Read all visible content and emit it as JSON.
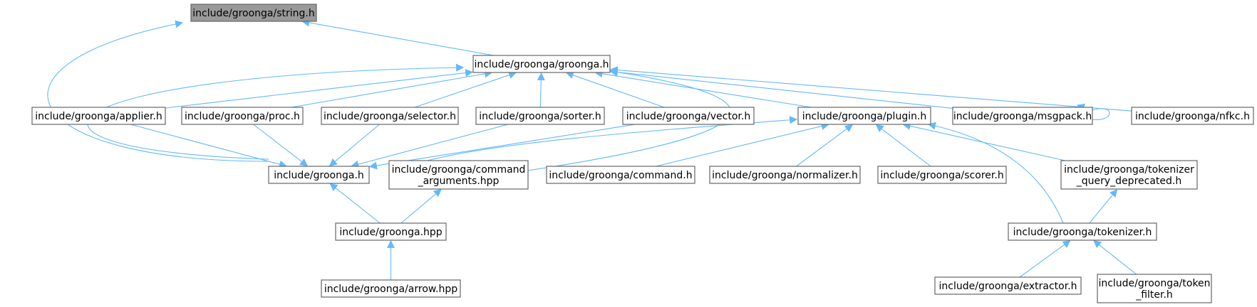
{
  "colors": {
    "edge": "#63b8ff",
    "node_border": "#666666",
    "node_fill": "#ffffff",
    "highlight_fill": "#999999"
  },
  "nodes": {
    "string_h": {
      "label": [
        "include/groonga/string.h"
      ],
      "highlight": true
    },
    "groonga_h": {
      "label": [
        "include/groonga/groonga.h"
      ]
    },
    "applier_h": {
      "label": [
        "include/groonga/applier.h"
      ]
    },
    "proc_h": {
      "label": [
        "include/groonga/proc.h"
      ]
    },
    "selector_h": {
      "label": [
        "include/groonga/selector.h"
      ]
    },
    "sorter_h": {
      "label": [
        "include/groonga/sorter.h"
      ]
    },
    "vector_h": {
      "label": [
        "include/groonga/vector.h"
      ]
    },
    "plugin_h": {
      "label": [
        "include/groonga/plugin.h"
      ]
    },
    "msgpack_h": {
      "label": [
        "include/groonga/msgpack.h"
      ]
    },
    "nfkc_h": {
      "label": [
        "include/groonga/nfkc.h"
      ]
    },
    "top_groonga_h": {
      "label": [
        "include/groonga.h"
      ]
    },
    "command_arguments_hpp": {
      "label": [
        "include/groonga/command",
        "_arguments.hpp"
      ]
    },
    "command_h": {
      "label": [
        "include/groonga/command.h"
      ]
    },
    "normalizer_h": {
      "label": [
        "include/groonga/normalizer.h"
      ]
    },
    "scorer_h": {
      "label": [
        "include/groonga/scorer.h"
      ]
    },
    "tokenizer_query_deprecated_h": {
      "label": [
        "include/groonga/tokenizer",
        "_query_deprecated.h"
      ]
    },
    "groonga_hpp": {
      "label": [
        "include/groonga.hpp"
      ]
    },
    "tokenizer_h": {
      "label": [
        "include/groonga/tokenizer.h"
      ]
    },
    "arrow_hpp": {
      "label": [
        "include/groonga/arrow.hpp"
      ]
    },
    "extractor_h": {
      "label": [
        "include/groonga/extractor.h"
      ]
    },
    "token_filter_h": {
      "label": [
        "include/groonga/token",
        "_filter.h"
      ]
    }
  },
  "edges": [
    {
      "from": "groonga_h",
      "to": "string_h"
    },
    {
      "from": "top_groonga_h",
      "to": "string_h"
    },
    {
      "from": "applier_h",
      "to": "groonga_h"
    },
    {
      "from": "proc_h",
      "to": "groonga_h"
    },
    {
      "from": "selector_h",
      "to": "groonga_h"
    },
    {
      "from": "sorter_h",
      "to": "groonga_h"
    },
    {
      "from": "vector_h",
      "to": "groonga_h"
    },
    {
      "from": "plugin_h",
      "to": "groonga_h"
    },
    {
      "from": "msgpack_h",
      "to": "groonga_h"
    },
    {
      "from": "nfkc_h",
      "to": "groonga_h"
    },
    {
      "from": "top_groonga_h",
      "to": "groonga_h"
    },
    {
      "from": "command_arguments_hpp",
      "to": "groonga_h"
    },
    {
      "from": "msgpack_h",
      "to": "msgpack_h"
    },
    {
      "from": "applier_h",
      "to": "top_groonga_h"
    },
    {
      "from": "proc_h",
      "to": "top_groonga_h"
    },
    {
      "from": "selector_h",
      "to": "top_groonga_h"
    },
    {
      "from": "sorter_h",
      "to": "top_groonga_h"
    },
    {
      "from": "vector_h",
      "to": "top_groonga_h"
    },
    {
      "from": "command_arguments_hpp",
      "to": "plugin_h"
    },
    {
      "from": "command_h",
      "to": "plugin_h"
    },
    {
      "from": "normalizer_h",
      "to": "plugin_h"
    },
    {
      "from": "scorer_h",
      "to": "plugin_h"
    },
    {
      "from": "tokenizer_query_deprecated_h",
      "to": "plugin_h"
    },
    {
      "from": "tokenizer_h",
      "to": "plugin_h"
    },
    {
      "from": "groonga_hpp",
      "to": "top_groonga_h"
    },
    {
      "from": "groonga_hpp",
      "to": "command_arguments_hpp"
    },
    {
      "from": "arrow_hpp",
      "to": "groonga_hpp"
    },
    {
      "from": "tokenizer_h",
      "to": "tokenizer_query_deprecated_h"
    },
    {
      "from": "extractor_h",
      "to": "tokenizer_h"
    },
    {
      "from": "token_filter_h",
      "to": "tokenizer_h"
    }
  ]
}
